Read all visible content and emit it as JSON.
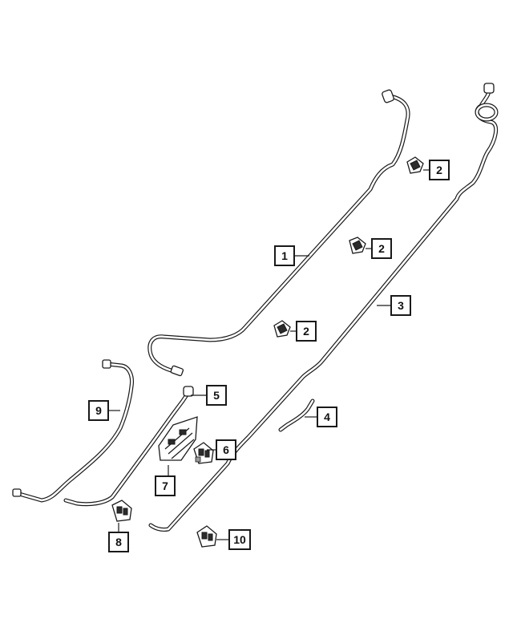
{
  "callouts": [
    {
      "id": "c1",
      "label": "1"
    },
    {
      "id": "c2a",
      "label": "2"
    },
    {
      "id": "c2b",
      "label": "2"
    },
    {
      "id": "c2c",
      "label": "2"
    },
    {
      "id": "c3",
      "label": "3"
    },
    {
      "id": "c4",
      "label": "4"
    },
    {
      "id": "c5",
      "label": "5"
    },
    {
      "id": "c6",
      "label": "6"
    },
    {
      "id": "c7",
      "label": "7"
    },
    {
      "id": "c8",
      "label": "8"
    },
    {
      "id": "c9",
      "label": "9"
    },
    {
      "id": "c10",
      "label": "10"
    }
  ],
  "colors": {
    "line": "#1a1a1a",
    "background": "#ffffff",
    "shade": "#9a9a9a"
  }
}
